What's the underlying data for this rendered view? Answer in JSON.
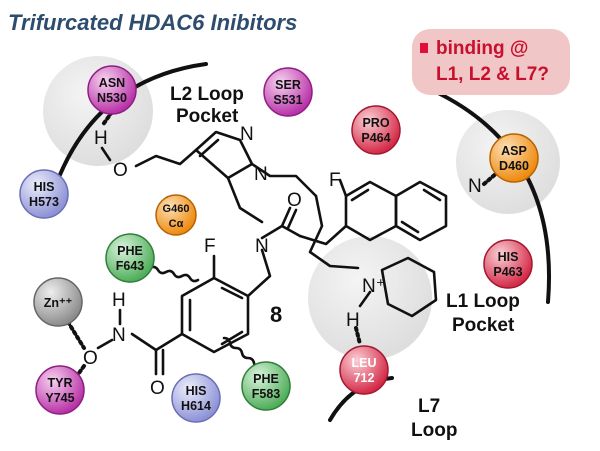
{
  "title": "Trifurcated HDAC6 Inibitors",
  "callout": {
    "line1": "binding @",
    "line2": "L1, L2 & L7?",
    "bullet_color": "#e0103a",
    "box_color": "#f1c6c6"
  },
  "compound_number": "8",
  "pockets": {
    "l2": {
      "line1": "L2 Loop",
      "line2": "Pocket"
    },
    "l1": {
      "line1": "L1 Loop",
      "line2": "Pocket"
    },
    "l7": {
      "line1": "L7",
      "line2": "Loop"
    }
  },
  "residues": {
    "asn530": {
      "name": "ASN",
      "number": "N530",
      "color": "#cc44bb"
    },
    "ser531": {
      "name": "SER",
      "number": "S531",
      "color": "#cc44bb"
    },
    "his573": {
      "name": "HIS",
      "number": "H573",
      "color": "#9a9ee0"
    },
    "pro464": {
      "name": "PRO",
      "number": "P464",
      "color": "#e03a55"
    },
    "asp460": {
      "name": "ASP",
      "number": "D460",
      "color": "#f3941e"
    },
    "gly460": {
      "name": "G460",
      "number": "Cα",
      "color": "#f3941e"
    },
    "his463": {
      "name": "HIS",
      "number": "P463",
      "color": "#e03a55"
    },
    "phe643": {
      "name": "PHE",
      "number": "F643",
      "color": "#5fbf6a"
    },
    "zn": {
      "name": "Zn⁺⁺",
      "color": "#999999"
    },
    "tyr745": {
      "name": "TYR",
      "number": "Y745",
      "color": "#cc44bb"
    },
    "his614": {
      "name": "HIS",
      "number": "H614",
      "color": "#9a9ee0"
    },
    "phe583": {
      "name": "PHE",
      "number": "F583",
      "color": "#5fbf6a"
    },
    "leu712": {
      "name": "LEU",
      "number": "712",
      "color": "#e03a55"
    }
  },
  "atoms": {
    "h_asn": "H",
    "o_ether": "O",
    "n_pyrazole1": "N",
    "n_pyrazole2": "N",
    "f_quinoline": "F",
    "n_quinoline": "N",
    "o_amide": "O",
    "n_amide": "N",
    "f_phenyl": "F",
    "n_piperidinium": "N⁺",
    "h_piperidinium": "H",
    "h_hydroxamate": "H",
    "n_hydroxamate": "N",
    "o_hydroxamate": "O",
    "o_carbonyl": "O"
  }
}
